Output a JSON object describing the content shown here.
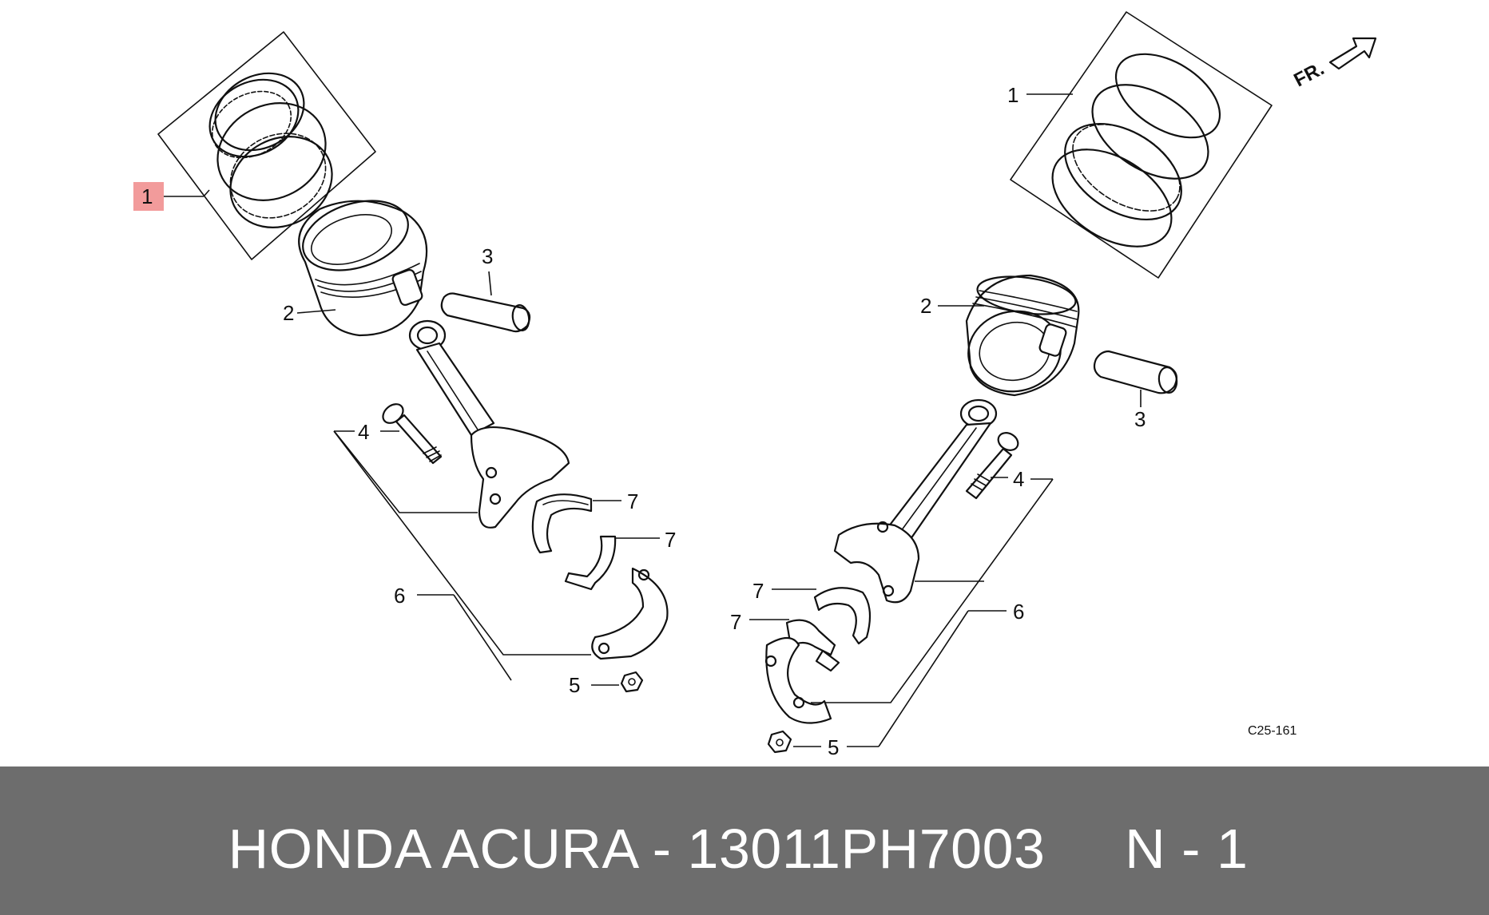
{
  "diagram": {
    "callouts_left": {
      "ring_set": "1",
      "piston": "2",
      "pin": "3",
      "bolt": "4",
      "nut": "5",
      "rod": "6",
      "bearing_a": "7",
      "bearing_b": "7"
    },
    "callouts_right": {
      "ring_set": "1",
      "piston": "2",
      "pin": "3",
      "bolt": "4",
      "nut": "5",
      "rod": "6",
      "bearing_a": "7",
      "bearing_b": "7"
    },
    "front_marker": "FR.",
    "diagram_code": "C25-161",
    "highlight_color": "#f08a8a"
  },
  "footer": {
    "text": "HONDA ACURA - 13011PH7003     N - 1",
    "background": "#6d6d6d"
  }
}
